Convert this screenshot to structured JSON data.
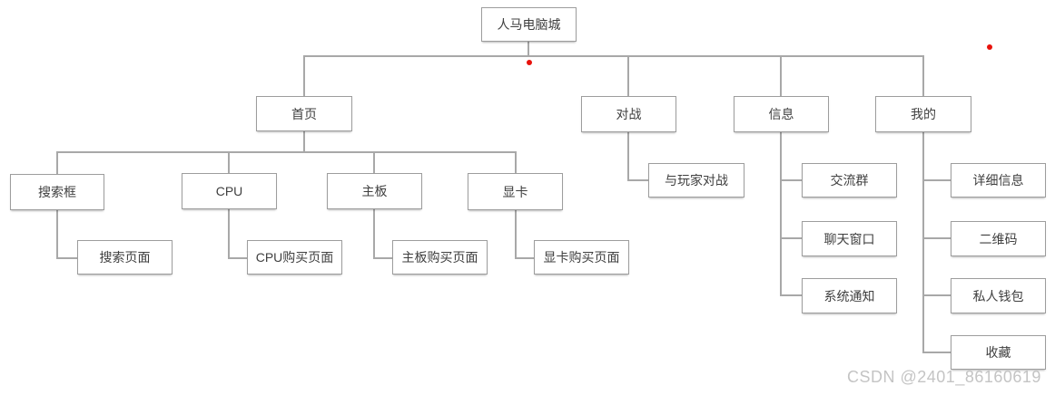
{
  "tree": {
    "root": "人马电脑城",
    "children": [
      {
        "label": "首页",
        "children": [
          {
            "label": "搜索框",
            "children": [
              {
                "label": "搜索页面"
              }
            ]
          },
          {
            "label": "CPU",
            "children": [
              {
                "label": "CPU购买页面"
              }
            ]
          },
          {
            "label": "主板",
            "children": [
              {
                "label": "主板购买页面"
              }
            ]
          },
          {
            "label": "显卡",
            "children": [
              {
                "label": "显卡购买页面"
              }
            ]
          }
        ]
      },
      {
        "label": "对战",
        "children": [
          {
            "label": "与玩家对战"
          }
        ]
      },
      {
        "label": "信息",
        "children": [
          {
            "label": "交流群"
          },
          {
            "label": "聊天窗口"
          },
          {
            "label": "系统通知"
          }
        ]
      },
      {
        "label": "我的",
        "children": [
          {
            "label": "详细信息"
          },
          {
            "label": "二维码"
          },
          {
            "label": "私人钱包"
          },
          {
            "label": "收藏"
          }
        ]
      }
    ]
  },
  "watermark": "CSDN @2401_86160619",
  "colors": {
    "box_border": "#9d9d9d",
    "connector_line": "#a8a8a8",
    "node_text": "#3f3f3f",
    "red_dot": "#e8120c",
    "watermark_text": "#c4c4c4",
    "background": "#ffffff"
  }
}
